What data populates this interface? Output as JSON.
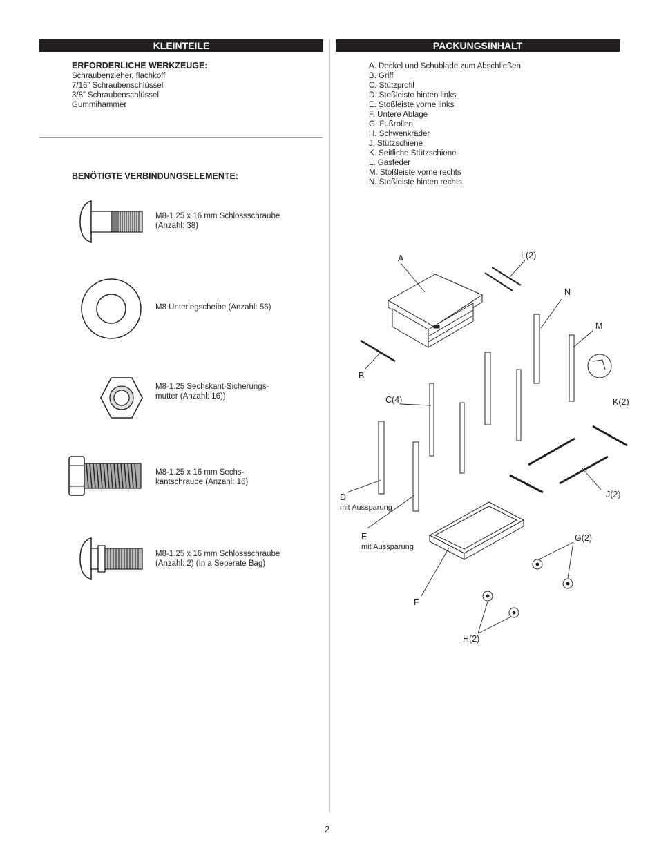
{
  "left": {
    "header": "KLEINTEILE",
    "tools_title": "ERFORDERLICHE WERKZEUGE:",
    "tools": [
      "Schraubenzieher, flachkoff",
      "7/16” Schraubenschlüssel",
      "3/8” Schraubenschlüssel",
      "Gummihammer"
    ],
    "fasteners_title": "BENÖTIGTE VERBINDUNGSELEMENTE:",
    "fasteners": [
      {
        "icon": "carriage-bolt-icon",
        "line1": "M8-1.25 x 16 mm Schlossschraube",
        "line2": "(Anzahl: 38)"
      },
      {
        "icon": "washer-icon",
        "line1": "M8 Unterlegscheibe (Anzahl: 56)",
        "line2": ""
      },
      {
        "icon": "hex-lock-nut-icon",
        "line1": "M8-1.25 Sechskant-Sicherungs-",
        "line2": "mutter (Anzahl: 16))"
      },
      {
        "icon": "hex-bolt-icon",
        "line1": "M8-1.25 x 16 mm Sechs-",
        "line2": "kantschraube (Anzahl: 16)"
      },
      {
        "icon": "carriage-bolt-with-nut-icon",
        "line1": "M8-1.25 x 16 mm Schlossschraube",
        "line2": "(Anzahl: 2) (In a Seperate Bag)"
      }
    ]
  },
  "right": {
    "header": "PACKUNGSINHALT",
    "parts": [
      "A. Deckel und Schublade zum Abschließen",
      "B. Griff",
      "C. Stützprofil",
      "D. Stoßleiste hinten links",
      "E. Stoßleiste vorne links",
      "F.  Untere Ablage",
      "G. Fußrollen",
      "H. Schwenkräder",
      "J.  Stützschiene",
      "K. Seitliche Stützschiene",
      "L.  Gasfeder",
      "M. Stoßleiste vorne rechts",
      "N. Stoßleiste hinten rechts"
    ],
    "diagram_labels": {
      "A": "A",
      "L": "L(2)",
      "N": "N",
      "M": "M",
      "B": "B",
      "C": "C(4)",
      "K": "K(2)",
      "D": "D",
      "D_sub": "mit Aussparung",
      "E": "E",
      "E_sub": "mit Aussparung",
      "J": "J(2)",
      "G": "G(2)",
      "F": "F",
      "H": "H(2)"
    }
  },
  "page_number": "2"
}
